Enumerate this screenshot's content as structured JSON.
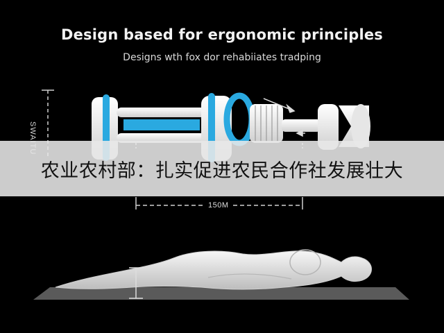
{
  "header": {
    "title": "Design based for ergonomic principles",
    "subtitle": "Designs wth fox dor rehabiiates tradping"
  },
  "banner": {
    "text": "农业农村部：扎实促进农民合作社发展壮大"
  },
  "dimensions": {
    "vertical_label": "SWAITU",
    "horizontal_label": "150M"
  },
  "colors": {
    "background": "#000000",
    "device": "#f4f4f4",
    "accent": "#2aa9e0",
    "floor": "#5a5a5a",
    "banner": "#e8e8e8"
  }
}
